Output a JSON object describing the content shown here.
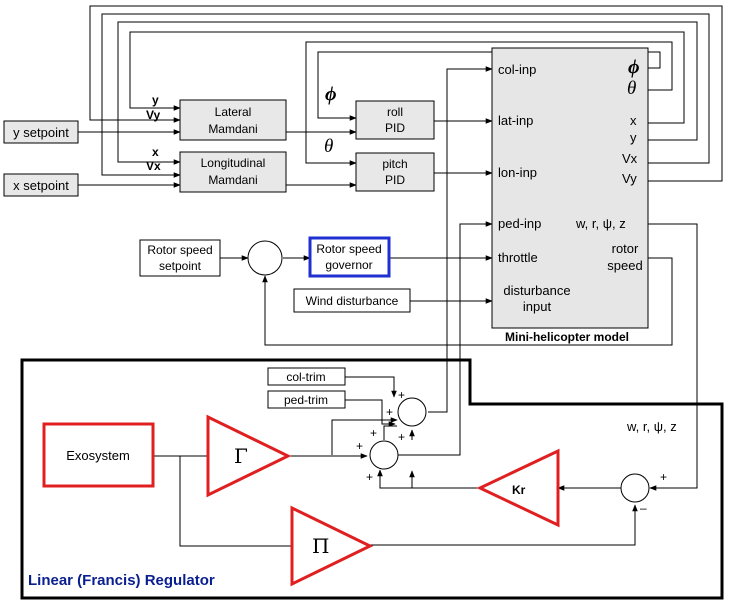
{
  "blocks": {
    "y_setpoint": "y setpoint",
    "x_setpoint": "x setpoint",
    "lateral_mamdani": [
      "Lateral",
      "Mamdani"
    ],
    "longitudinal_mamdani": [
      "Longitudinal",
      "Mamdani"
    ],
    "roll_pid": [
      "roll",
      "PID"
    ],
    "pitch_pid": [
      "pitch",
      "PID"
    ],
    "rotor_speed_setpoint": [
      "Rotor speed",
      "setpoint"
    ],
    "rotor_speed_governor": [
      "Rotor speed",
      "governor"
    ],
    "wind_disturbance": "Wind disturbance",
    "col_trim": "col-trim",
    "ped_trim": "ped-trim",
    "exosystem": "Exosystem",
    "gamma": "Γ",
    "pi": "Π",
    "kr": "Kr"
  },
  "model": {
    "title": "Mini-helicopter model",
    "inputs": [
      "col-inp",
      "lat-inp",
      "lon-inp",
      "ped-inp",
      "throttle"
    ],
    "disturbance_input": [
      "disturbance",
      "input"
    ],
    "outputs": [
      "x",
      "y",
      "Vx",
      "Vy"
    ],
    "phi": "ϕ",
    "theta": "θ",
    "wrpsiz": "w, r, ψ, z",
    "rotor_speed": [
      "rotor",
      "speed"
    ]
  },
  "signals": {
    "y": "y",
    "vy": "Vy",
    "x": "x",
    "vx": "Vx",
    "phi": "ϕ",
    "theta": "θ",
    "wrpsiz": "w, r, ψ, z"
  },
  "regulator": {
    "title": "Linear (Francis) Regulator",
    "plus": "+",
    "minus": "–"
  },
  "colors": {
    "red": "#e02020",
    "governor_blue": "#1f2fd0",
    "regulator_text": "#0a1f8f",
    "model_fill": "#e6e6e6",
    "block_fill": "#e8e8e8"
  }
}
